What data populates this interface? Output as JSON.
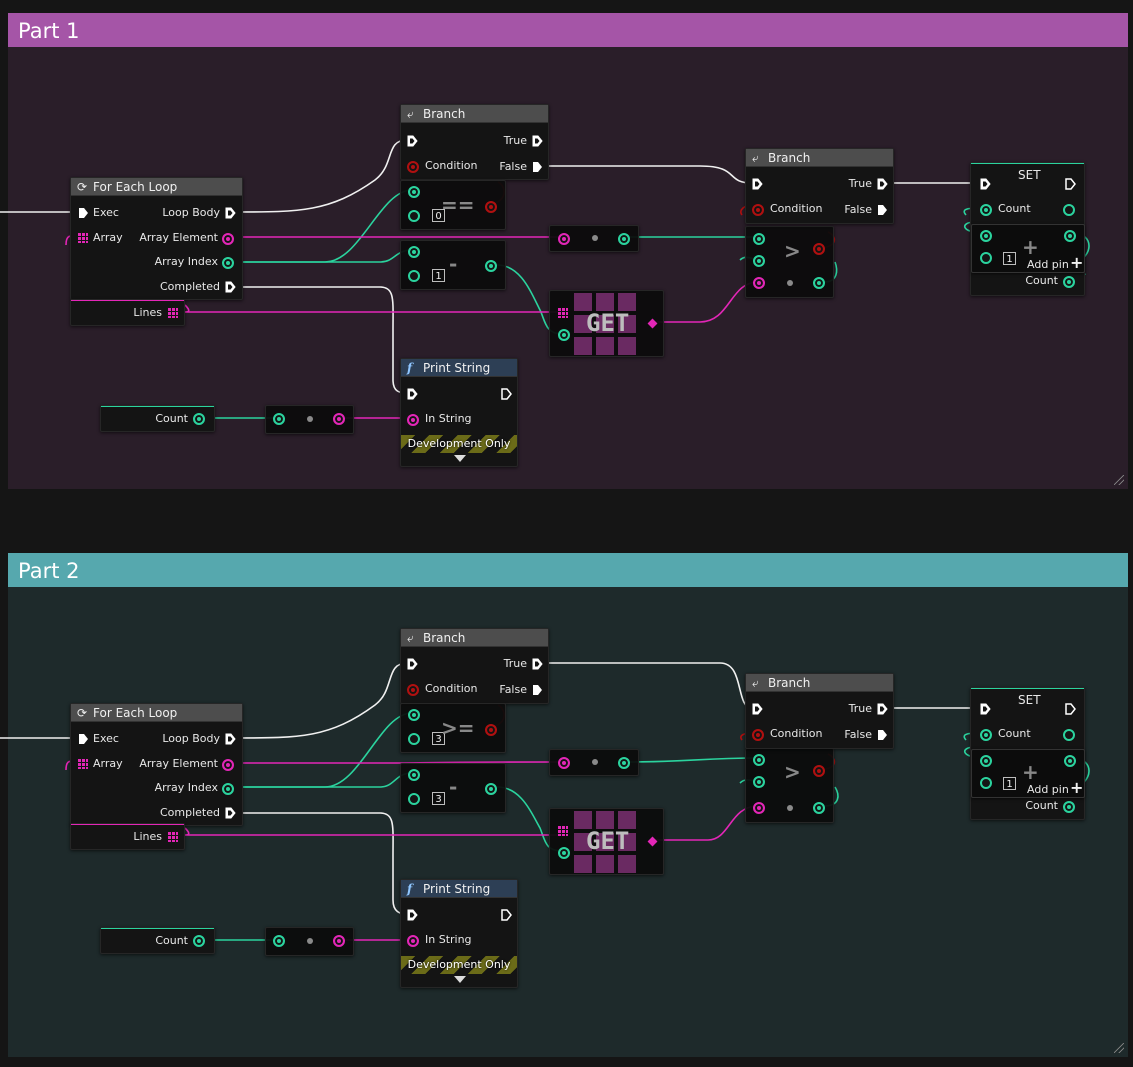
{
  "colors": {
    "exec": "#ffffff",
    "integer": "#2bd39e",
    "string": "#e326b7",
    "boolean": "#b01010",
    "part1_header": "#a555a7",
    "part1_body": "#2a1e29",
    "part2_header": "#56a8ae",
    "part2_body": "#1e2a2b"
  },
  "icons": {
    "loop": "loop-icon",
    "branch": "branch-icon",
    "function": "function-icon",
    "array": "array-grid-icon",
    "add_pin": "plus-icon",
    "expand": "chevron-down-icon"
  },
  "parts": [
    {
      "title": "Part 1",
      "for_each": {
        "title": "For Each Loop",
        "exec": "Exec",
        "loop_body": "Loop Body",
        "array": "Array",
        "array_element": "Array Element",
        "array_index": "Array Index",
        "completed": "Completed"
      },
      "lines_var": "Lines",
      "branch1": {
        "title": "Branch",
        "true": "True",
        "condition": "Condition",
        "false": "False"
      },
      "compare1": {
        "op": "==",
        "value": "0"
      },
      "subtract": {
        "op": "-",
        "value": "1"
      },
      "get": {
        "label": "GET"
      },
      "greater": {
        "op": ">"
      },
      "branch2": {
        "title": "Branch",
        "true": "True",
        "condition": "Condition",
        "false": "False"
      },
      "set": {
        "title": "SET",
        "count": "Count",
        "add_value": "1",
        "add_pin": "Add pin",
        "count_out": "Count"
      },
      "print": {
        "title": "Print String",
        "in_string": "In String",
        "dev_only": "Development Only"
      },
      "count_var": "Count"
    },
    {
      "title": "Part 2",
      "for_each": {
        "title": "For Each Loop",
        "exec": "Exec",
        "loop_body": "Loop Body",
        "array": "Array",
        "array_element": "Array Element",
        "array_index": "Array Index",
        "completed": "Completed"
      },
      "lines_var": "Lines",
      "branch1": {
        "title": "Branch",
        "true": "True",
        "condition": "Condition",
        "false": "False"
      },
      "compare1": {
        "op": ">=",
        "value": "3"
      },
      "subtract": {
        "op": "-",
        "value": "3"
      },
      "get": {
        "label": "GET"
      },
      "greater": {
        "op": ">"
      },
      "branch2": {
        "title": "Branch",
        "true": "True",
        "condition": "Condition",
        "false": "False"
      },
      "set": {
        "title": "SET",
        "count": "Count",
        "add_value": "1",
        "add_pin": "Add pin",
        "count_out": "Count"
      },
      "print": {
        "title": "Print String",
        "in_string": "In String",
        "dev_only": "Development Only"
      },
      "count_var": "Count"
    }
  ]
}
